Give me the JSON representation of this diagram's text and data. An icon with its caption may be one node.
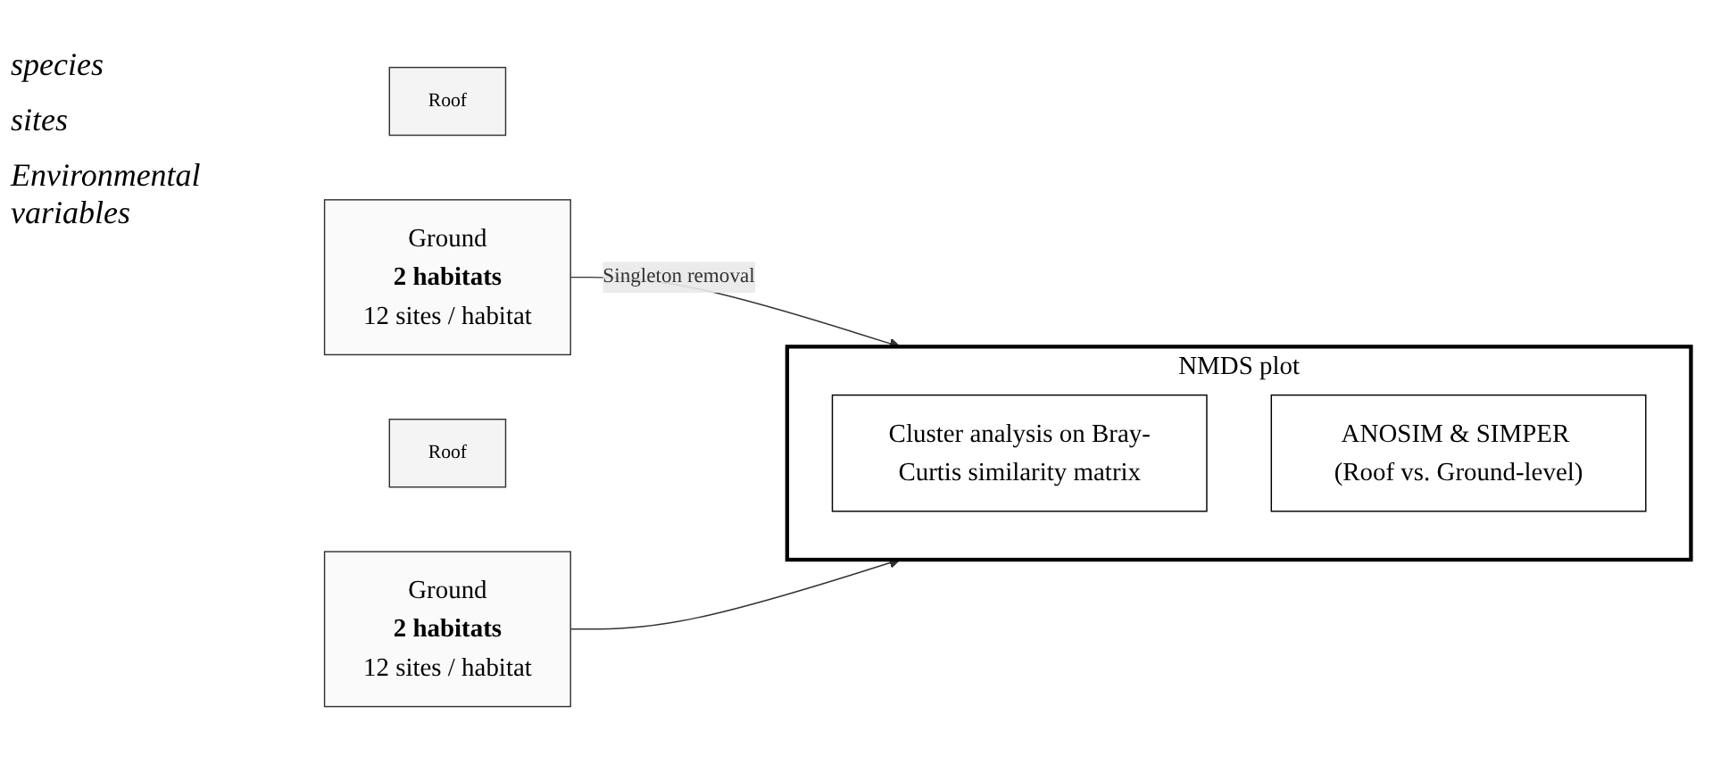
{
  "diagram": {
    "nodes": [
      {
        "text": [
          "Roof"
        ]
      },
      {
        "text": [
          "Ground",
          "2 habitats",
          "12 sites / habitat"
        ]
      },
      {
        "text": [
          "Roof"
        ]
      },
      {
        "text": [
          "Ground",
          "2 habitats",
          "12 sites / habitat"
        ]
      },
      {
        "text": [
          "NMDS plot"
        ]
      },
      {
        "text": [
          "Cluster analysis on Bray-Curtis similarity matrix"
        ],
        "in": 4
      },
      {
        "text": [
          "ANOSIM & SIMPER (Roof vs. Ground-level)"
        ],
        "in": 4
      }
    ],
    "edges": [
      {
        "from": 1,
        "to": 4,
        "arrow": "to",
        "label": "Singleton removal"
      },
      {
        "from": 3,
        "to": 4,
        "arrow": "to"
      }
    ],
    "labels": [
      "species",
      "sites",
      "Environmental variables"
    ]
  }
}
